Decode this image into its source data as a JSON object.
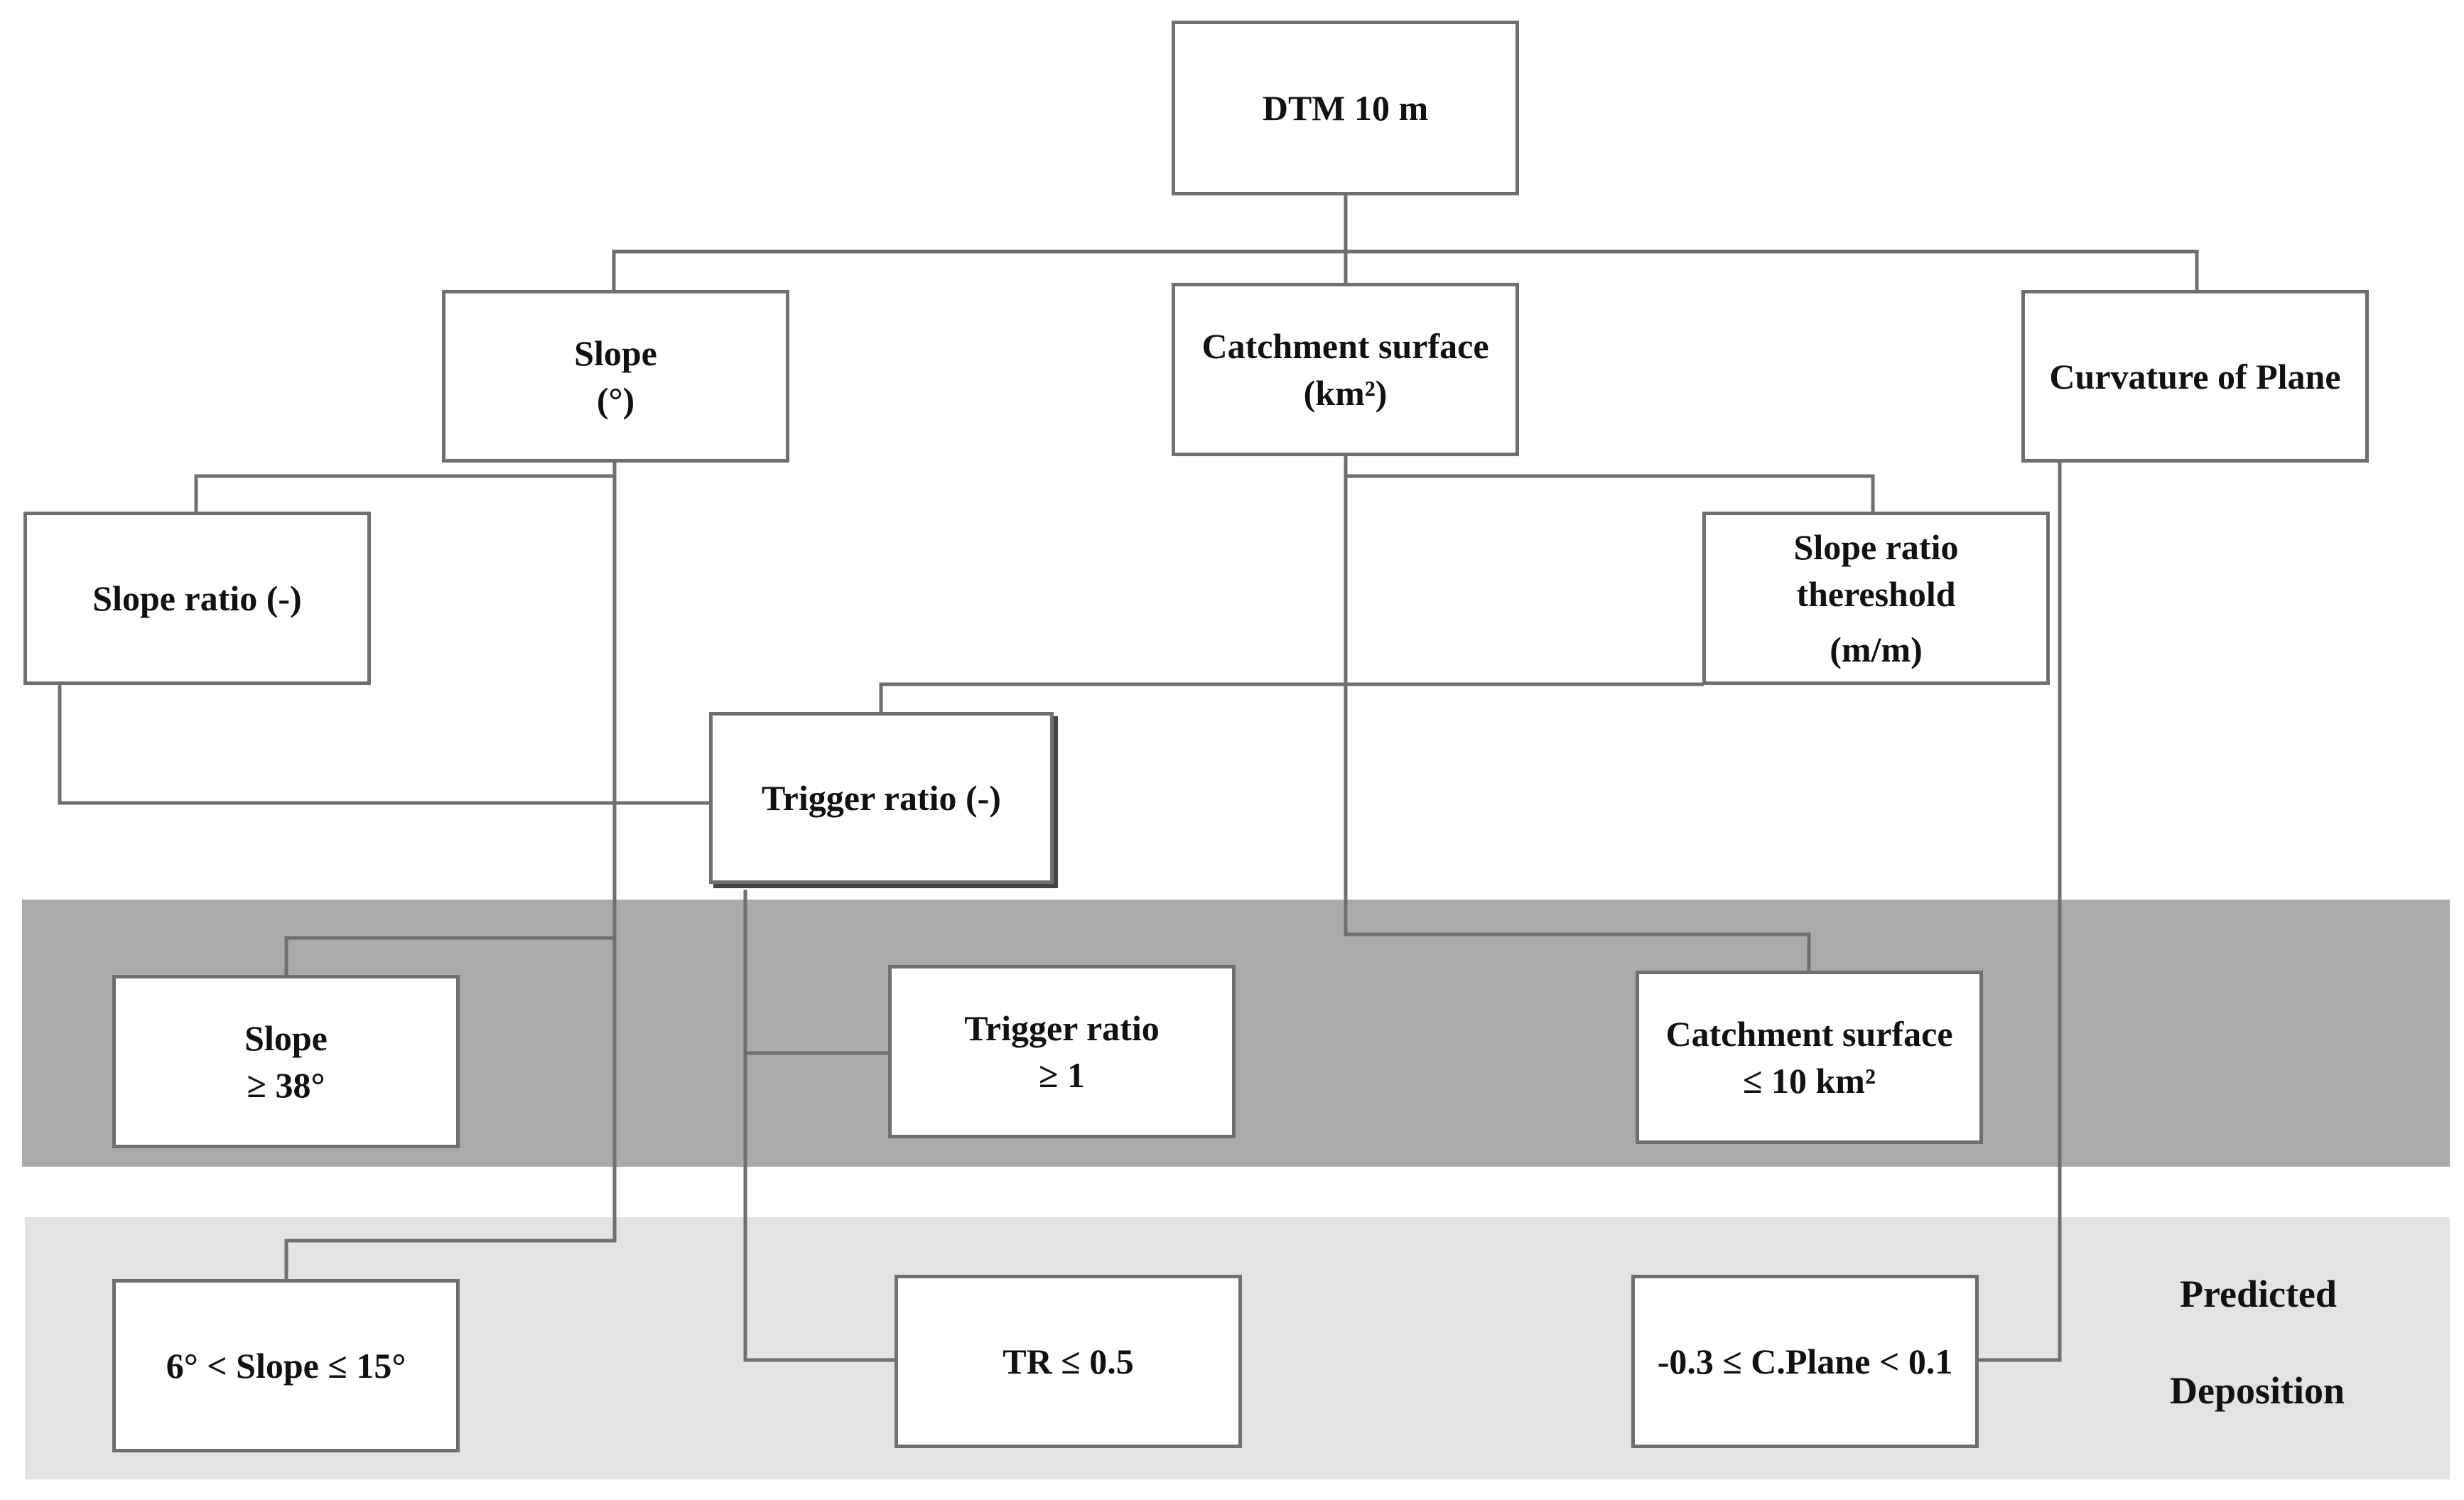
{
  "nodes": {
    "dtm": {
      "lines": [
        "DTM 10 m"
      ]
    },
    "slope": {
      "lines": [
        "Slope",
        "(°)"
      ]
    },
    "catchment": {
      "lines": [
        "Catchment surface",
        "(km²)"
      ]
    },
    "curvature": {
      "lines": [
        "Curvature of Plane"
      ]
    },
    "slope_ratio": {
      "lines": [
        "Slope ratio (-)"
      ]
    },
    "slope_ratio_threshold": {
      "lines": [
        "Slope ratio",
        "thereshold",
        "(m/m)"
      ]
    },
    "trigger_ratio": {
      "lines": [
        "Trigger ratio (-)"
      ]
    },
    "slope_trigger": {
      "lines": [
        "Slope",
        "≥ 38°"
      ]
    },
    "trigger_ratio_trigger": {
      "lines": [
        "Trigger ratio",
        "≥ 1"
      ]
    },
    "catchment_trigger": {
      "lines": [
        "Catchment surface",
        "≤ 10 km²"
      ]
    },
    "slope_deposition": {
      "lines": [
        "6° < Slope ≤ 15°"
      ]
    },
    "tr_deposition": {
      "lines": [
        "TR ≤ 0.5"
      ]
    },
    "cplane_deposition": {
      "lines": [
        "-0.3 ≤ C.Plane < 0.1"
      ]
    }
  },
  "labels": {
    "predicted": "Predicted",
    "deposition": "Deposition"
  }
}
